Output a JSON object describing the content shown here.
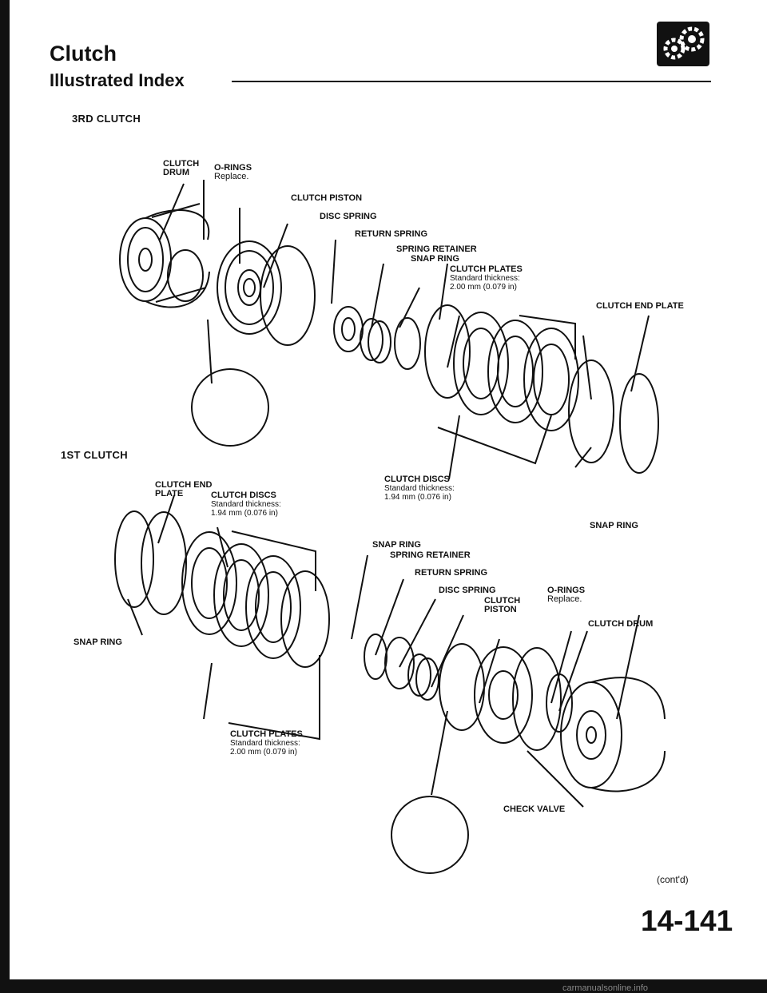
{
  "header": {
    "title": "Clutch",
    "subtitle": "Illustrated Index"
  },
  "sections": {
    "third": "3RD CLUTCH",
    "first": "1ST CLUTCH"
  },
  "labels_3rd": {
    "clutch_drum": [
      "CLUTCH",
      "DRUM"
    ],
    "o_rings": "O-RINGS",
    "o_rings_note": "Replace.",
    "clutch_piston": "CLUTCH PISTON",
    "disc_spring": "DISC SPRING",
    "return_spring": "RETURN SPRING",
    "spring_retainer": "SPRING RETAINER",
    "snap_ring": "SNAP RING",
    "clutch_plates": "CLUTCH PLATES",
    "plates_std": "Standard thickness:",
    "plates_value": "2.00 mm (0.079 in)",
    "clutch_end_plate": "CLUTCH END PLATE",
    "clutch_discs": "CLUTCH DISCS",
    "discs_std": "Standard thickness:",
    "discs_value": "1.94 mm (0.076 in)",
    "snap_ring_end": "SNAP RING"
  },
  "labels_1st": {
    "clutch_end_plate": [
      "CLUTCH END",
      "PLATE"
    ],
    "clutch_discs": "CLUTCH DISCS",
    "discs_std": "Standard thickness:",
    "discs_value": "1.94 mm (0.076 in)",
    "snap_ring_left": "SNAP RING",
    "snap_ring": "SNAP RING",
    "spring_retainer": "SPRING RETAINER",
    "return_spring": "RETURN SPRING",
    "disc_spring": "DISC SPRING",
    "clutch_piston": [
      "CLUTCH",
      "PISTON"
    ],
    "o_rings": "O-RINGS",
    "o_rings_note": "Replace.",
    "clutch_drum": "CLUTCH DRUM",
    "clutch_plates": "CLUTCH PLATES",
    "plates_std": "Standard thickness:",
    "plates_value": "2.00 mm (0.079 in)",
    "check_valve": "CHECK VALVE"
  },
  "footer": {
    "continued": "(cont'd)",
    "page": "14-141",
    "watermark": "carmanualsonline.info"
  }
}
